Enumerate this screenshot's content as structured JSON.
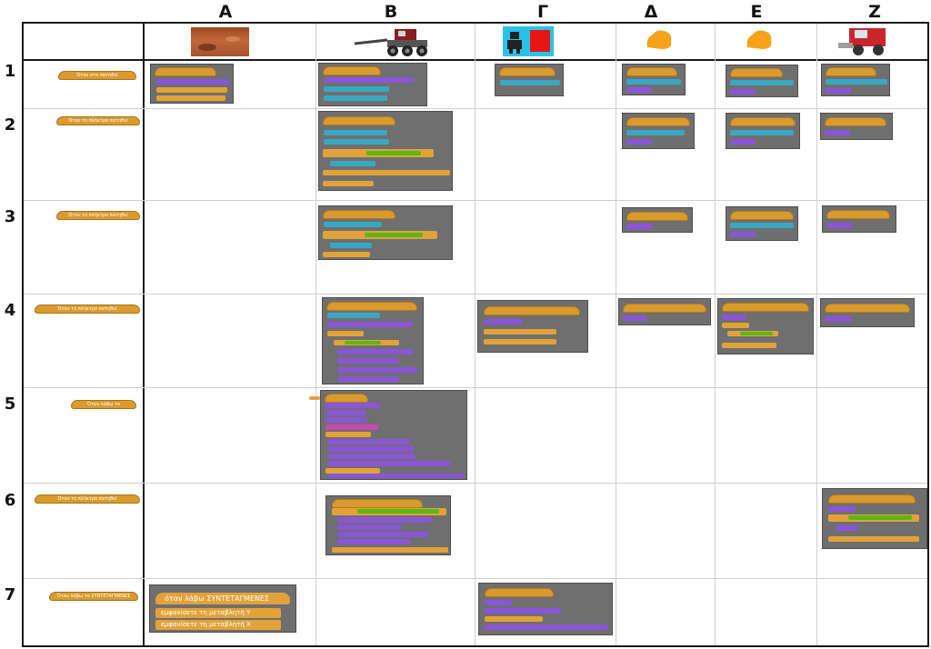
{
  "columns": [
    "Α",
    "Β",
    "Γ",
    "Δ",
    "Ε",
    "Ζ"
  ],
  "rows": [
    "1",
    "2",
    "3",
    "4",
    "5",
    "6",
    "7"
  ],
  "sprites": {
    "a": "mars-background",
    "b": "rover-robot",
    "g": "robot-and-red-square",
    "d": "orange-rock",
    "e": "orange-rock",
    "z": "red-harvester"
  },
  "colors": {
    "event": "#d99a2e",
    "looks": "#8a55d7",
    "motion": "#3aa7c2",
    "operators": "#5cb712",
    "panel": "#6f6f6f"
  },
  "trigger_labels": {
    "r1": "Όταν στο πατηθεί",
    "r2": "Όταν το πλήκτρο πατηθεί",
    "r3": "Όταν το πλήκτρο πατηθεί",
    "r4": "Όταν το πλήκτρο πατηθεί",
    "r5": "Όταν λάβω το",
    "r6": "Όταν το πλήκτρο πατηθεί",
    "r7": "Όταν λάβω το ΣΥΝΤΕΤΑΓΜΕΝΕΣ"
  },
  "a7": {
    "hat": "όταν λάβω ΣΥΝΤΕΤΑΓΜΕΝΕΣ",
    "line1": "εμφανίσετε τη μεταβλητή Υ",
    "line2": "εμφανίσετε τη μεταβλητή Χ"
  }
}
